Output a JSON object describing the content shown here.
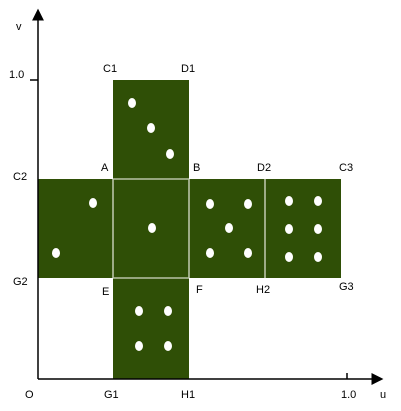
{
  "axes": {
    "u": "u",
    "v": "v",
    "origin": "O",
    "u_tick": "1.0",
    "v_tick": "1.0"
  },
  "labels": {
    "C1": "C1",
    "D1": "D1",
    "A": "A",
    "B": "B",
    "D2": "D2",
    "C3": "C3",
    "C2": "C2",
    "G2": "G2",
    "E": "E",
    "F": "F",
    "H2": "H2",
    "G3": "G3",
    "G1": "G1",
    "H1": "H1"
  },
  "faces": [
    {
      "id": "face-top",
      "pips": 3
    },
    {
      "id": "face-left",
      "pips": 2
    },
    {
      "id": "face-center",
      "pips": 1
    },
    {
      "id": "face-right",
      "pips": 5
    },
    {
      "id": "face-far-right",
      "pips": 6
    },
    {
      "id": "face-bottom",
      "pips": 4
    }
  ],
  "colors": {
    "face": "#2f4f06",
    "pip": "#ffffff",
    "seam": "#b9c4a6"
  }
}
